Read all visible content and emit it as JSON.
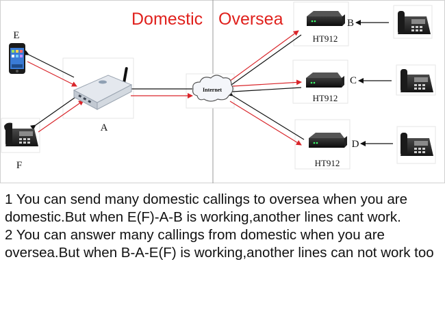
{
  "header": {
    "domestic": "Domestic",
    "oversea": "Oversea"
  },
  "colors": {
    "header_red": "#e0211d",
    "red_line": "#d9252a",
    "black_line": "#111111",
    "divider": "#9a9a9a"
  },
  "nodes": {
    "gateway": {
      "label": "A",
      "icon": "gsm-voip-gateway"
    },
    "cloud": {
      "label": "Internet",
      "icon": "internet-cloud"
    },
    "mobile": {
      "label": "E",
      "icon": "mobile-phone"
    },
    "desk_phone_left": {
      "label": "F",
      "icon": "desk-phone"
    },
    "ata_top": {
      "model": "HT912",
      "phone_label": "B"
    },
    "ata_mid": {
      "model": "HT912",
      "phone_label": "C"
    },
    "ata_bottom": {
      "model": "HT912",
      "phone_label": "D"
    }
  },
  "notes": [
    "1 You can send many domestic callings to oversea when you are domestic.But when E(F)-A-B is working,another lines cant work.",
    "2 You can answer many callings from domestic when you are oversea.But when B-A-E(F) is working,another lines can not work too"
  ]
}
